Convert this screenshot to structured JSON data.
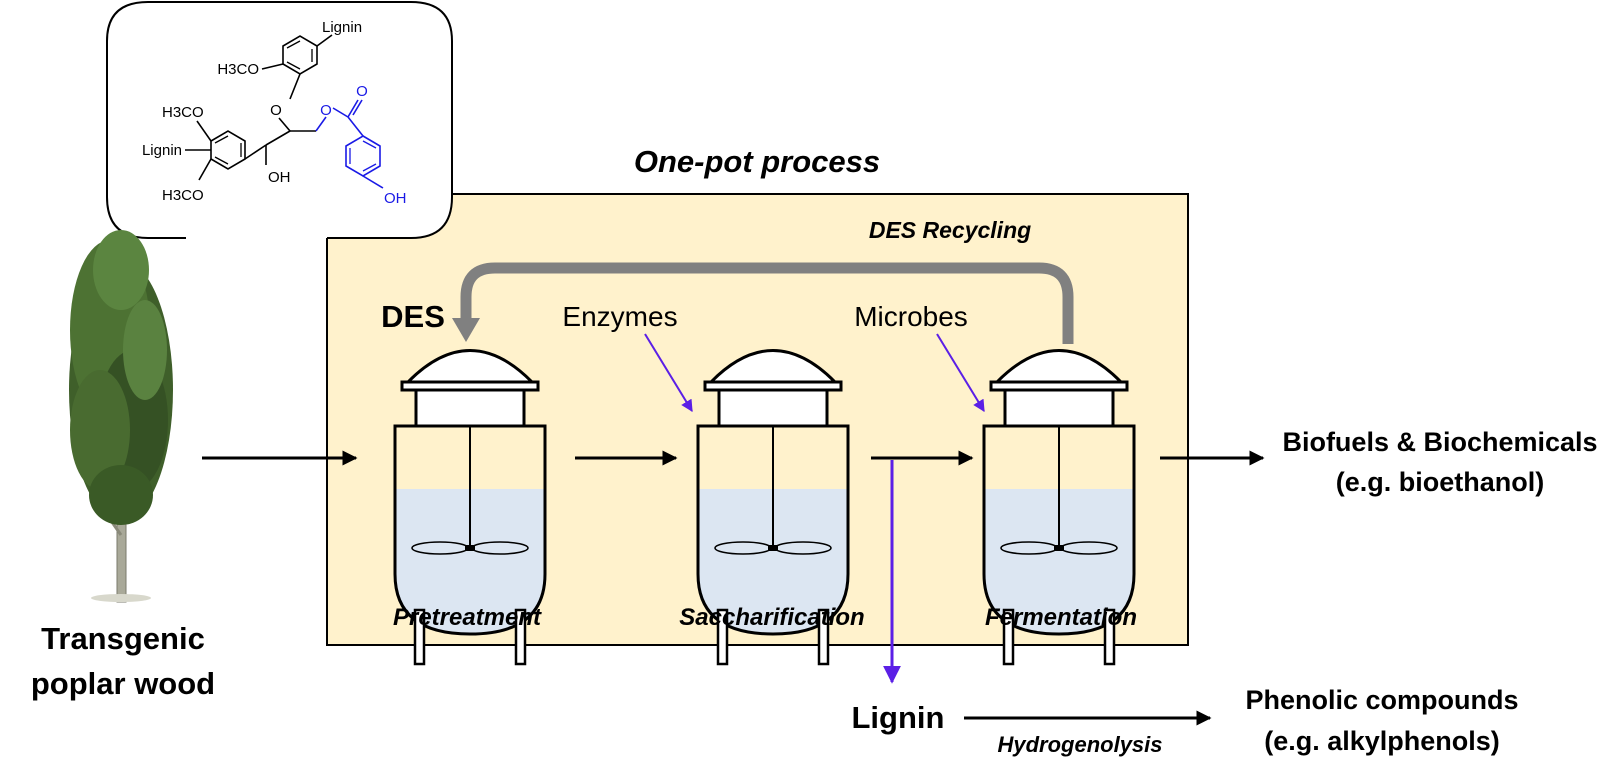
{
  "title": "One-pot process",
  "recycle_label": "DES Recycling",
  "inputs": {
    "des": "DES",
    "enzymes": "Enzymes",
    "microbes": "Microbes"
  },
  "stages": [
    {
      "label": "Pretreatment"
    },
    {
      "label": "Saccharification"
    },
    {
      "label": "Fermentation"
    }
  ],
  "feedstock": {
    "line1": "Transgenic",
    "line2": "poplar wood"
  },
  "outputs": {
    "biofuels_line1": "Biofuels & Biochemicals",
    "biofuels_line2": "(e.g. bioethanol)",
    "lignin": "Lignin",
    "hydrogenolysis": "Hydrogenolysis",
    "phenolic_line1": "Phenolic compounds",
    "phenolic_line2": "(e.g. alkylphenols)"
  },
  "structure": {
    "lignin_top": "Lignin",
    "lignin_left": "Lignin",
    "h3co_1": "H3CO",
    "h3co_2": "H3CO",
    "h3co_3": "H3CO",
    "o_ether": "O",
    "o_ester": "O",
    "o_carbonyl": "O",
    "oh_alpha": "OH",
    "oh_phenol": "OH"
  },
  "colors": {
    "panel_fill": "#fff2cc",
    "recycle_arrow": "#808080",
    "accent_arrow": "#5b1fe6",
    "pba_blue": "#1a1ae6",
    "liquid": "#dce6f2"
  }
}
